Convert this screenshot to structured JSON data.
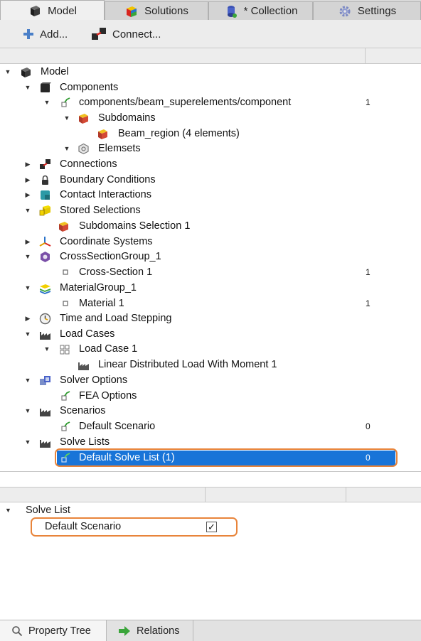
{
  "tabs": [
    {
      "label": "Model",
      "icon": "model-cube-icon",
      "active": true
    },
    {
      "label": "Solutions",
      "icon": "solutions-cube-icon",
      "active": false
    },
    {
      "label": "* Collection",
      "icon": "collection-icon",
      "active": false
    },
    {
      "label": "Settings",
      "icon": "gear-icon",
      "active": false
    }
  ],
  "toolbar": {
    "add_label": "Add...",
    "connect_label": "Connect..."
  },
  "tree": {
    "rows": [
      {
        "label": "Model",
        "value": ""
      },
      {
        "label": "Components",
        "value": ""
      },
      {
        "label": "components/beam_superelements/component",
        "value": "1"
      },
      {
        "label": "Subdomains",
        "value": ""
      },
      {
        "label": "Beam_region (4 elements)",
        "value": ""
      },
      {
        "label": "Elemsets",
        "value": ""
      },
      {
        "label": "Connections",
        "value": ""
      },
      {
        "label": "Boundary Conditions",
        "value": ""
      },
      {
        "label": "Contact Interactions",
        "value": ""
      },
      {
        "label": "Stored Selections",
        "value": ""
      },
      {
        "label": "Subdomains Selection 1",
        "value": ""
      },
      {
        "label": "Coordinate Systems",
        "value": ""
      },
      {
        "label": "CrossSectionGroup_1",
        "value": ""
      },
      {
        "label": "Cross-Section 1",
        "value": "1"
      },
      {
        "label": "MaterialGroup_1",
        "value": ""
      },
      {
        "label": "Material 1",
        "value": "1"
      },
      {
        "label": "Time and Load Stepping",
        "value": ""
      },
      {
        "label": "Load Cases",
        "value": ""
      },
      {
        "label": "Load Case 1",
        "value": ""
      },
      {
        "label": "Linear Distributed Load With Moment 1",
        "value": ""
      },
      {
        "label": "Solver Options",
        "value": ""
      },
      {
        "label": "FEA Options",
        "value": ""
      },
      {
        "label": "Scenarios",
        "value": ""
      },
      {
        "label": "Default Scenario",
        "value": "0"
      },
      {
        "label": "Solve Lists",
        "value": ""
      },
      {
        "label": "Default Solve List (1)",
        "value": "0"
      }
    ]
  },
  "properties": {
    "group_label": "Solve List",
    "item_label": "Default Scenario",
    "item_checked_mark": "✓"
  },
  "bottom_tabs": [
    {
      "label": "Property Tree",
      "icon": "search-icon"
    },
    {
      "label": "Relations",
      "icon": "arrow-right-icon"
    }
  ],
  "colors": {
    "selection": "#1874d8",
    "callout": "#e8843a"
  }
}
